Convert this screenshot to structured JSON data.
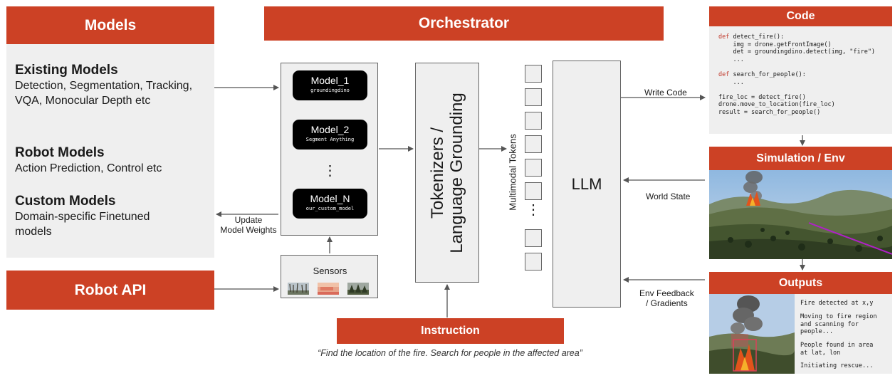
{
  "orchestrator": {
    "title": "Orchestrator"
  },
  "models": {
    "title": "Models",
    "groups": [
      {
        "heading": "Existing Models",
        "detail": "Detection, Segmentation, Tracking, VQA, Monocular Depth etc"
      },
      {
        "heading": "Robot Models",
        "detail": "Action Prediction, Control etc"
      },
      {
        "heading": "Custom Models",
        "detail": "Domain-specific Finetuned models"
      }
    ]
  },
  "robot_api": {
    "title": "Robot API"
  },
  "model_stack": {
    "items": [
      {
        "name": "Model_1",
        "sub": "groundingdino"
      },
      {
        "name": "Model_2",
        "sub": "Segment Anything"
      },
      {
        "name": "Model_N",
        "sub": "our_custom_model"
      }
    ],
    "ellipsis": "⋮",
    "update_label": "Update\nModel Weights"
  },
  "sensors": {
    "title": "Sensors"
  },
  "tokenizer": {
    "label": "Tokenizers /\nLanguage Grounding"
  },
  "tokens": {
    "label": "Multimodal Tokens",
    "ellipsis": "⋮"
  },
  "llm": {
    "label": "LLM"
  },
  "instruction": {
    "title": "Instruction",
    "quote": "“Find the location of the fire. Search for people in the affected area”"
  },
  "code": {
    "title": "Code",
    "lines": [
      {
        "kw": "def",
        "text": " detect_fire():"
      },
      {
        "kw": "",
        "text": "    img = drone.getFrontImage()"
      },
      {
        "kw": "",
        "text": "    det = groundingdino.detect(img, \"fire\")"
      },
      {
        "kw": "",
        "text": "    ..."
      },
      {
        "kw": "",
        "text": ""
      },
      {
        "kw": "def",
        "text": " search_for_people():"
      },
      {
        "kw": "",
        "text": "    ..."
      },
      {
        "kw": "",
        "text": ""
      },
      {
        "kw": "",
        "text": "fire_loc = detect_fire()"
      },
      {
        "kw": "",
        "text": "drone.move_to_location(fire_loc)"
      },
      {
        "kw": "",
        "text": "result = search_for_people()"
      }
    ]
  },
  "simulation": {
    "title": "Simulation / Env"
  },
  "outputs": {
    "title": "Outputs",
    "lines": [
      "Fire detected at x,y",
      "Moving to fire region and scanning for people...",
      "People found in area at  lat, lon",
      "Initiating rescue..."
    ]
  },
  "arrows": {
    "write_code": "Write Code",
    "world_state": "World State",
    "env_feedback": "Env Feedback\n/ Gradients"
  },
  "colors": {
    "accent": "#cc4125",
    "panel": "#efefef",
    "box_border": "#666666"
  }
}
